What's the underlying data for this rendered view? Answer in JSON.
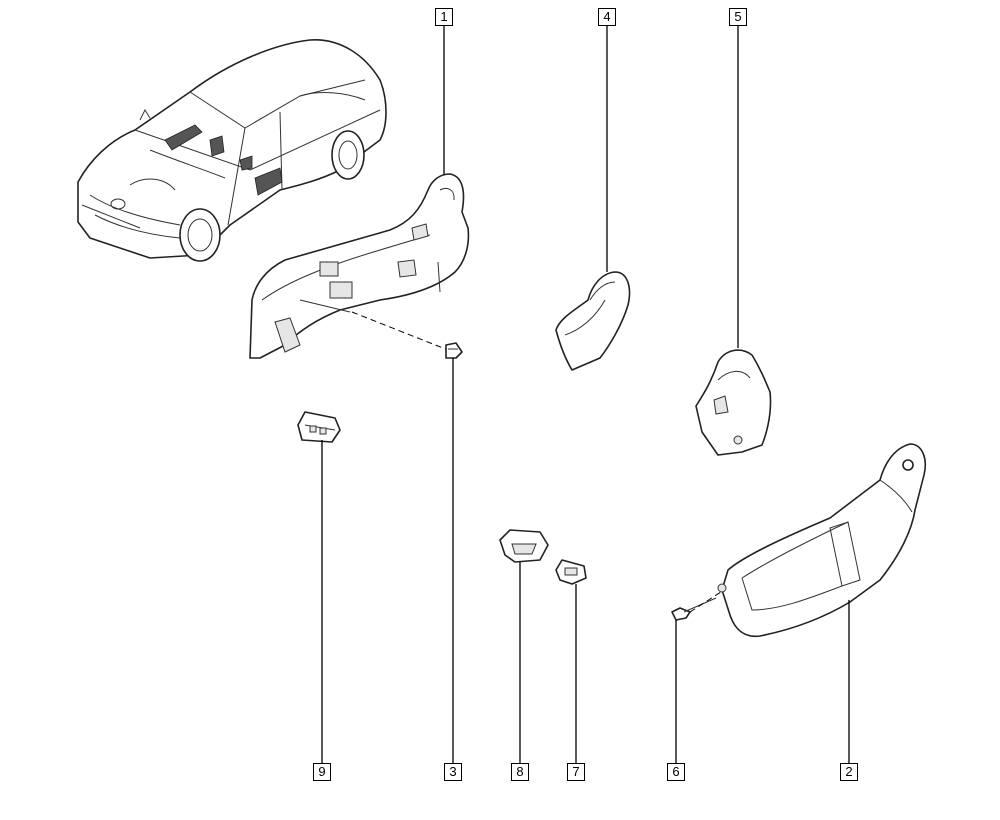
{
  "callouts": [
    {
      "id": "1",
      "label": "1"
    },
    {
      "id": "4",
      "label": "4"
    },
    {
      "id": "5",
      "label": "5"
    },
    {
      "id": "9",
      "label": "9"
    },
    {
      "id": "3",
      "label": "3"
    },
    {
      "id": "8",
      "label": "8"
    },
    {
      "id": "7",
      "label": "7"
    },
    {
      "id": "6",
      "label": "6"
    },
    {
      "id": "2",
      "label": "2"
    }
  ],
  "colors": {
    "line": "#000000",
    "background": "#ffffff"
  }
}
